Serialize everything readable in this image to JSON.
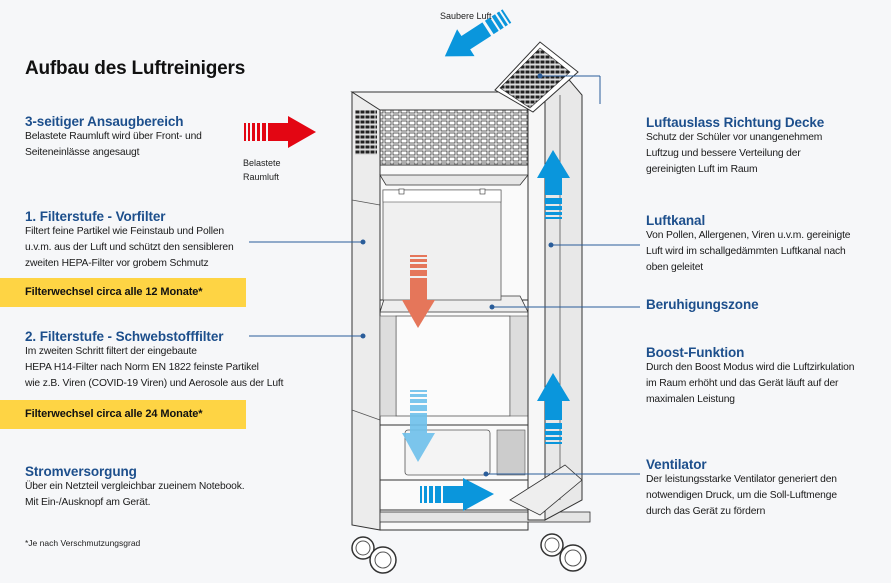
{
  "title": "Aufbau des Luftreinigers",
  "left_sections": [
    {
      "heading": "3-seitiger Ansaugbereich",
      "lines": [
        "Belastete Raumluft wird über Front- und",
        "Seiteneinlässe angesaugt"
      ]
    },
    {
      "heading": "1. Filterstufe - Vorfilter",
      "lines": [
        "Filtert feine Partikel wie Feinstaub und Pollen",
        "u.v.m. aus der Luft und schützt den sensibleren",
        "zweiten HEPA-Filter vor grobem Schmutz"
      ],
      "badge": "Filterwechsel circa alle 12 Monate*"
    },
    {
      "heading": "2. Filterstufe - Schwebstofffilter",
      "lines": [
        "Im zweiten Schritt filtert der eingebaute",
        "HEPA H14-Filter nach Norm EN 1822 feinste Partikel",
        "wie z.B. Viren (COVID-19 Viren) und Aerosole aus der Luft"
      ],
      "badge": "Filterwechsel circa alle 24 Monate*"
    },
    {
      "heading": "Stromversorgung",
      "lines": [
        "Über ein Netzteil vergleichbar zueinem Notebook.",
        "Mit Ein-/Ausknopf am Gerät."
      ]
    }
  ],
  "right_sections": [
    {
      "heading": "Luftauslass Richtung Decke",
      "lines": [
        "Schutz der Schüler vor unangenehmem",
        "Luftzug und bessere Verteilung der",
        "gereinigten Luft im Raum"
      ]
    },
    {
      "heading": "Luftkanal",
      "lines": [
        "Von Pollen, Allergenen, Viren u.v.m. gereinigte",
        "Luft wird im schallgedämmten Luftkanal nach",
        "oben geleitet"
      ]
    },
    {
      "heading": "Beruhigungszone",
      "lines": []
    },
    {
      "heading": "Boost-Funktion",
      "lines": [
        "Durch den Boost Modus wird die Luftzirkulation",
        "im Raum erhöht und das Gerät läuft auf der",
        "maximalen Leistung"
      ]
    },
    {
      "heading": "Ventilator",
      "lines": [
        "Der leistungsstarke Ventilator generiert den",
        "notwendigen Druck, um die Soll-Luftmenge",
        "durch das Gerät zu fördern"
      ]
    }
  ],
  "labels": {
    "intake_air": [
      "Belastete",
      "Raumluft"
    ],
    "clean_air": "Saubere Luft"
  },
  "footnote": "*Je nach Verschmutzungsgrad",
  "colors": {
    "heading_blue": "#1d4f8c",
    "badge_yellow": "#fed444",
    "intake_red": "#e30613",
    "clean_blue": "#0a96dc",
    "filter_orange": "#e5765a",
    "light_blue": "#6ec1ec",
    "leader_line": "#2a5d9a"
  }
}
